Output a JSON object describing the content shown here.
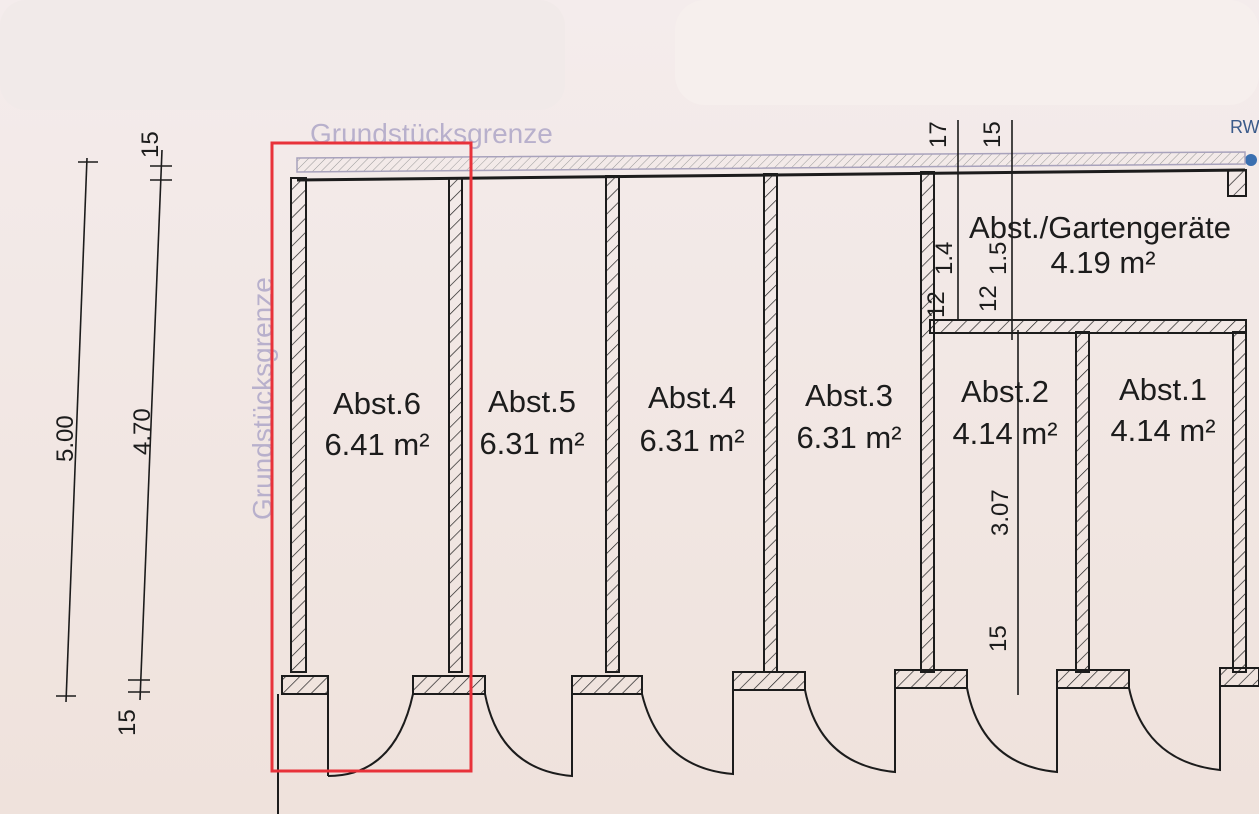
{
  "boundary": {
    "top_label": "Grundstücksgrenze",
    "left_label": "Grundstücksgrenze",
    "corner_label": "RW"
  },
  "rooms": [
    {
      "name": "Abst.6",
      "area": "6.41 m²"
    },
    {
      "name": "Abst.5",
      "area": "6.31 m²"
    },
    {
      "name": "Abst.4",
      "area": "6.31 m²"
    },
    {
      "name": "Abst.3",
      "area": "6.31 m²"
    },
    {
      "name": "Abst.2",
      "area": "4.14 m²"
    },
    {
      "name": "Abst.1",
      "area": "4.14 m²"
    }
  ],
  "storage": {
    "name": "Abst./Gartengeräte",
    "area": "4.19 m²"
  },
  "dimensions": {
    "total_depth": "5.00",
    "inner_depth": "4.70",
    "wall_bottom": "15",
    "wall_top": "15",
    "wall_top_right_a": "17",
    "wall_top_right_b": "15",
    "storage_depth_a": "1.4",
    "storage_depth_b": "1.5",
    "partition_a": "12",
    "partition_b": "12",
    "lower_depth": "3.07",
    "lower_wall": "15"
  },
  "highlight_color": "#e8323a",
  "line_color": "#1c1c1c",
  "boundary_color": "#b8b0cc"
}
